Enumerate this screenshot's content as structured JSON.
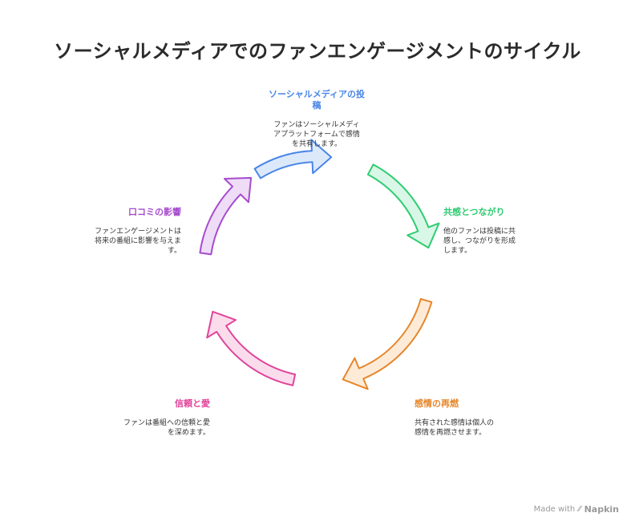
{
  "title": "ソーシャルメディアでのファンエンゲージメントのサイクル",
  "steps": [
    {
      "label": "ソーシャルメディアの投稿",
      "description": "ファンはソーシャルメディアプラットフォームで感情を共有します。",
      "color": "#4a86e8",
      "fill": "#dce9fb"
    },
    {
      "label": "共感とつながり",
      "description": "他のファンは投稿に共感し、つながりを形成します。",
      "color": "#2ecc71",
      "fill": "#d9f7e6"
    },
    {
      "label": "感情の再燃",
      "description": "共有された感情は個人の感情を再燃させます。",
      "color": "#e6862b",
      "fill": "#fdebd8"
    },
    {
      "label": "信頼と愛",
      "description": "ファンは番組への信頼と愛を深めます。",
      "color": "#e0449a",
      "fill": "#fbdcec"
    },
    {
      "label": "口コミの影響",
      "description": "ファンエンゲージメントは将来の番組に影響を与えます。",
      "color": "#a64ccf",
      "fill": "#efdcf7"
    }
  ],
  "footer": {
    "text": "Made with",
    "brand": "Napkin"
  }
}
